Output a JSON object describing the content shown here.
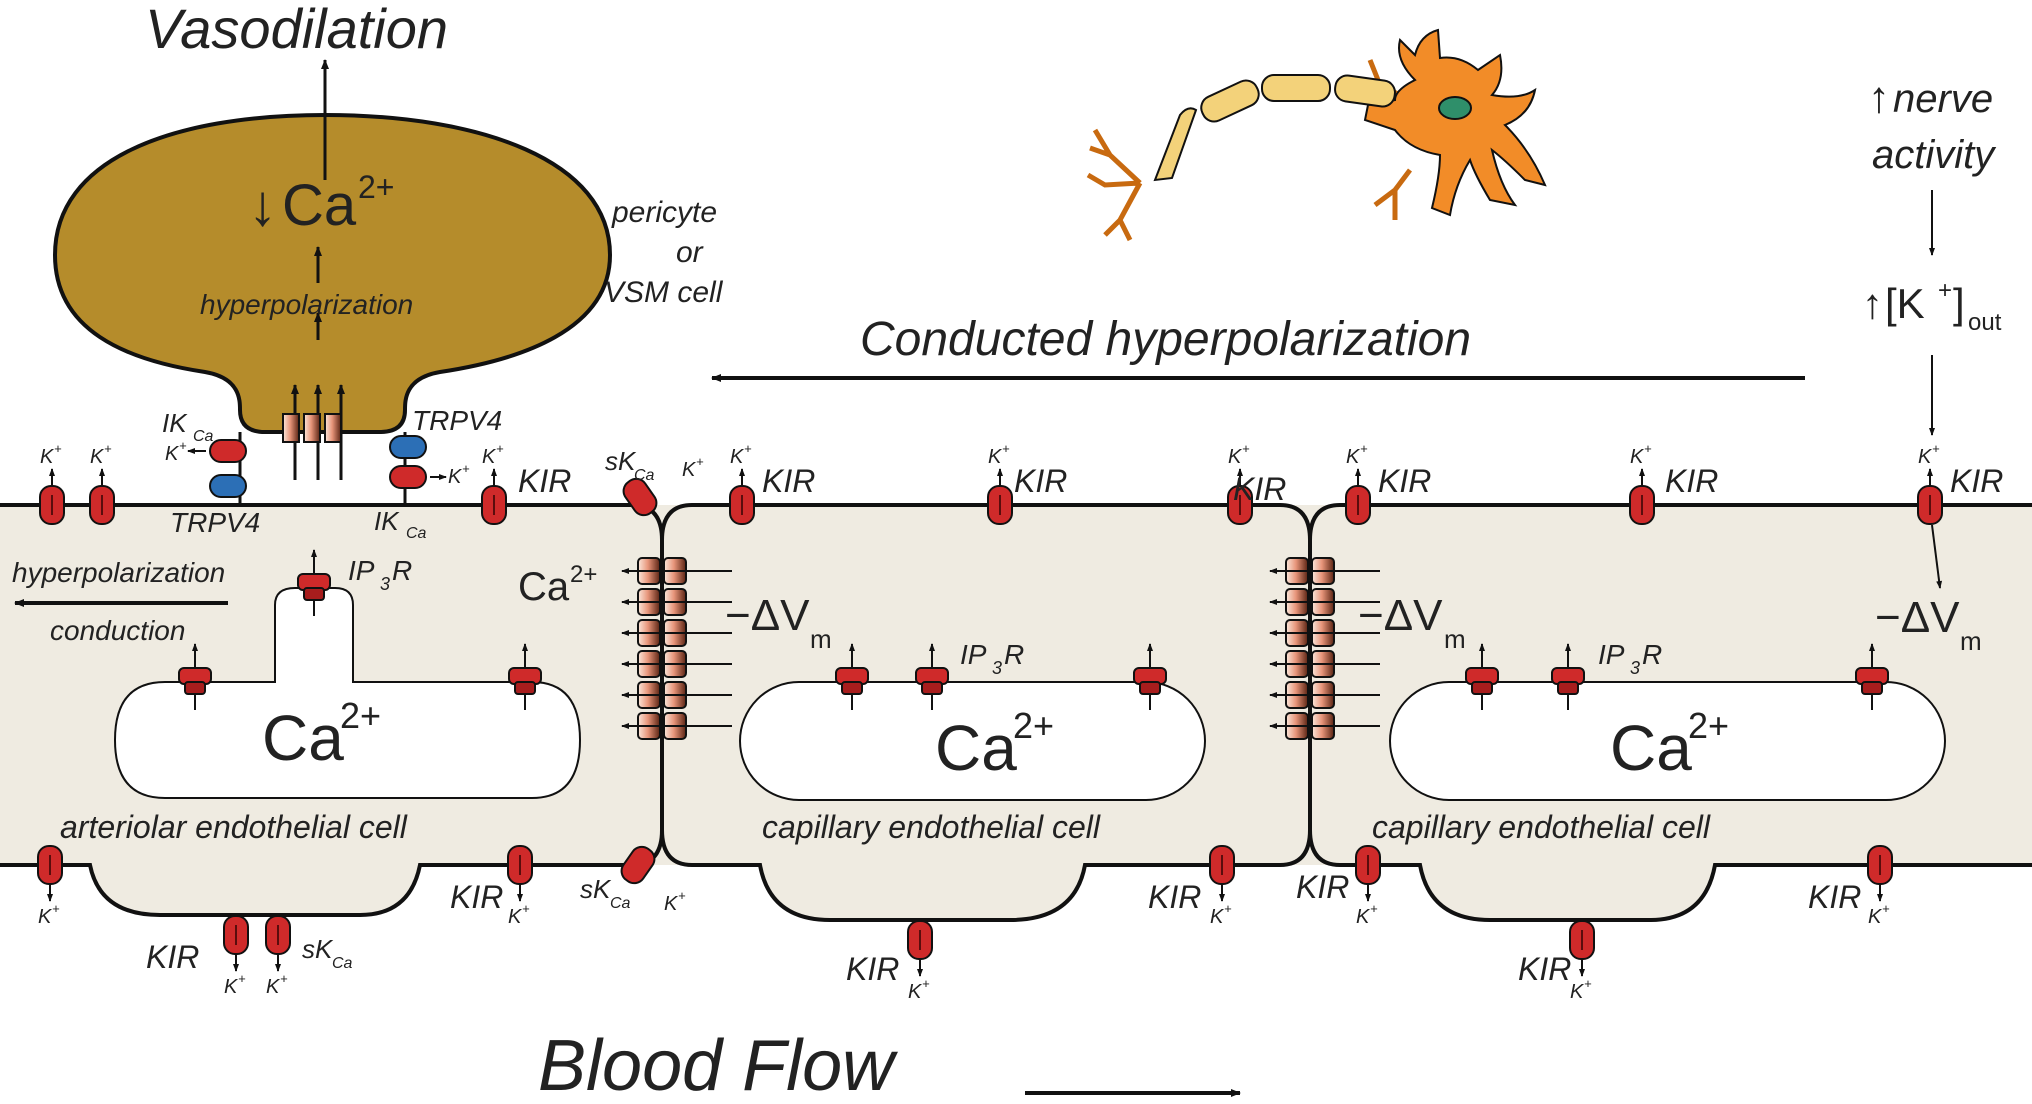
{
  "colors": {
    "tissue": "#efebe1",
    "pericyte": "#b58c2b",
    "channel": "#cf2a2a",
    "trpv4": "#2c6fb6",
    "neuron": "#f28c28",
    "axon": "#f3d27a",
    "nucleus": "#2f8f6a"
  },
  "icons": [
    "neuron-illustration",
    "kir-channel-icon",
    "ip3r-channel-icon",
    "gap-junction-icon",
    "trpv4-channel-icon"
  ],
  "labels": {
    "vasodilation": "Vasodilation",
    "pericyte_ca_arrow": "↓",
    "pericyte_ca": "Ca",
    "charge": "2+",
    "pericyte_hyper": "hyperpolarization",
    "pericyte_name_1": "pericyte",
    "pericyte_name_2": "or",
    "pericyte_name_3": "VSM cell",
    "conducted": "Conducted hyperpolarization",
    "nerve_arrow": "↑",
    "nerve_1": "nerve",
    "nerve_2": "activity",
    "k_out_arrow": "↑",
    "k_out_main": "[K",
    "k_out_plus": "+",
    "k_out_close": "]",
    "k_out_sub": "out",
    "hyper_conduction_1": "hyperpolarization",
    "hyper_conduction_2": "conduction",
    "kir": "KIR",
    "k": "K",
    "plus": "+",
    "ikca_main": "IK",
    "skca_main": "sK",
    "ca_sub": "Ca",
    "trpv4": "TRPV4",
    "ip3r_main": "IP",
    "ip3r_sub": "3",
    "ip3r_end": "R",
    "ca": "Ca",
    "dvm_main": "−ΔV",
    "dvm_sub": "m",
    "arteriolar_cell": "arteriolar endothelial cell",
    "capillary_cell_1": "capillary endothelial cell",
    "capillary_cell_2": "capillary endothelial cell",
    "blood_flow": "Blood Flow"
  }
}
